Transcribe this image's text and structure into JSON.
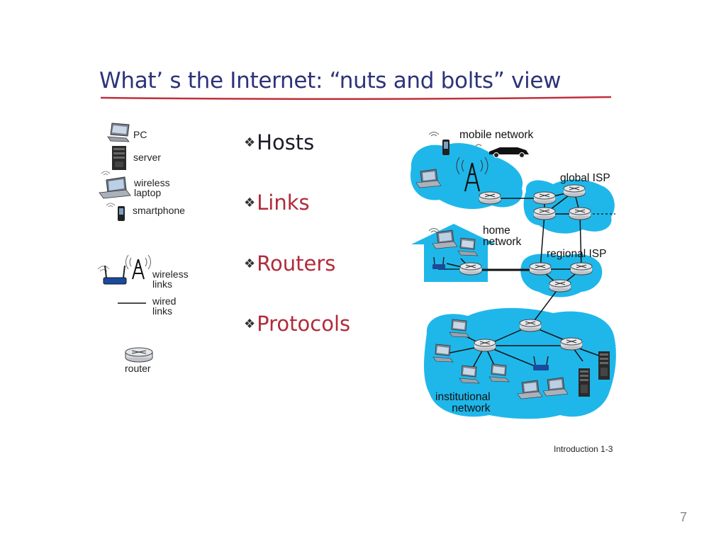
{
  "slide": {
    "title": "What’ s the Internet: “nuts and bolts” view",
    "caption": "Introduction 1-3",
    "page_number": "7"
  },
  "legend": {
    "pc": "PC",
    "server": "server",
    "wireless_laptop": "wireless\nlaptop",
    "smartphone": "smartphone",
    "wireless_links": "wireless\nlinks",
    "wired_links": "wired\nlinks",
    "router": "router"
  },
  "bullets": [
    {
      "text": "Hosts"
    },
    {
      "text": "Links"
    },
    {
      "text": "Routers"
    },
    {
      "text": "Protocols"
    }
  ],
  "diagram": {
    "mobile_network": "mobile network",
    "global_isp": "global ISP",
    "home_network": "home\nnetwork",
    "regional_isp": "regional ISP",
    "institutional_network": "institutional\nnetwork"
  },
  "colors": {
    "title": "#2e3379",
    "underline": "#c0303a",
    "cloud": "#1fb7ea",
    "bullet_red": "#b22b3a"
  }
}
